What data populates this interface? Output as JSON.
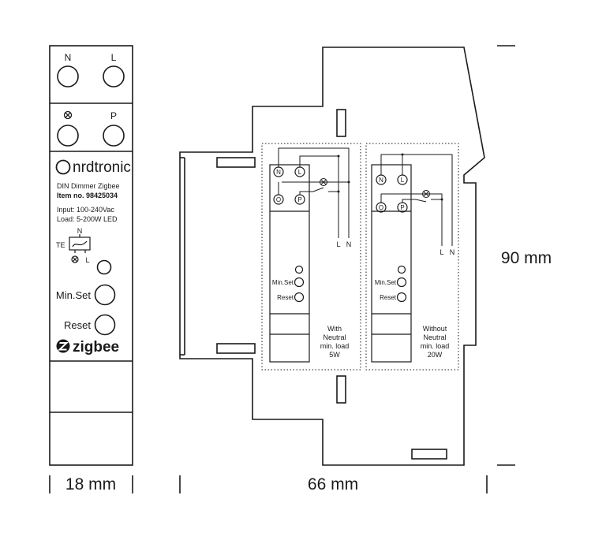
{
  "front": {
    "terminal_n": "N",
    "terminal_l": "L",
    "terminal_lamp": "⊗",
    "terminal_p": "P",
    "brand": "nrdtronic",
    "product_name": "DIN Dimmer Zigbee",
    "item_no": "Item no. 98425034",
    "input": "Input: 100-240Vac",
    "load": "Load: 5-200W LED",
    "te_label": "TE",
    "te_n": "N",
    "te_l": "L",
    "min_set_label": "Min.Set",
    "reset_label": "Reset",
    "zigbee_logo": "zigbee"
  },
  "side": {
    "wiring_with": {
      "terminals": [
        "N",
        "L",
        "O",
        "P"
      ],
      "lines": [
        "L",
        "N"
      ],
      "min_set": "Min.Set",
      "reset": "Reset",
      "caption": [
        "With",
        "Neutral",
        "min. load",
        "5W"
      ]
    },
    "wiring_without": {
      "terminals": [
        "N",
        "L",
        "O",
        "P"
      ],
      "lines": [
        "L",
        "N"
      ],
      "min_set": "Min.Set",
      "reset": "Reset",
      "caption": [
        "Without",
        "Neutral",
        "min. load",
        "20W"
      ]
    }
  },
  "dimensions": {
    "width_front": "18 mm",
    "width_side": "66 mm",
    "height": "90 mm"
  },
  "colors": {
    "line": "#1a1a1a",
    "background": "#ffffff"
  }
}
